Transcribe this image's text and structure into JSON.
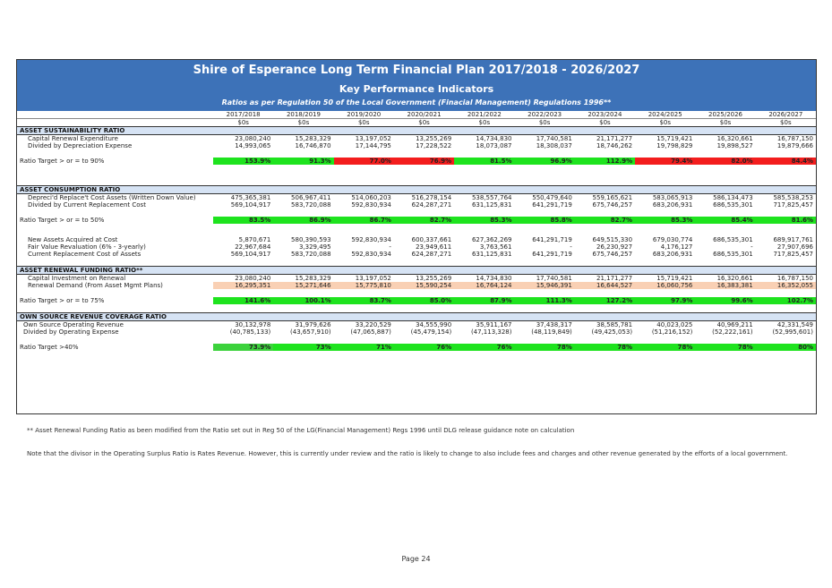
{
  "title": {
    "main": "Shire of Esperance Long Term Financial Plan 2017/2018 - 2026/2027",
    "sub": "Key Performance Indicators",
    "reg": "Ratios as per Regulation 50 of the Local Government (Finacial Management) Regulations 1996**"
  },
  "years": [
    "2017/2018",
    "2018/2019",
    "2019/2020",
    "2020/2021",
    "2021/2022",
    "2022/2023",
    "2023/2024",
    "2024/2025",
    "2025/2026",
    "2026/2027"
  ],
  "unit": "$0s",
  "sections": {
    "sustain": {
      "header": "ASSET SUSTAINABILITY RATIO",
      "r1": {
        "label": "Capital Renewal Expenditure",
        "v": [
          "23,080,240",
          "15,283,329",
          "13,197,052",
          "13,255,269",
          "14,734,830",
          "17,740,581",
          "21,171,277",
          "15,719,421",
          "16,320,661",
          "16,787,150"
        ]
      },
      "r2": {
        "label": "Divided by Depreciation Expense",
        "v": [
          "14,993,065",
          "16,746,870",
          "17,144,795",
          "17,228,522",
          "18,073,087",
          "18,308,037",
          "18,746,262",
          "19,798,829",
          "19,898,527",
          "19,879,666"
        ]
      },
      "ratio": {
        "label": "Ratio Target > or = to 90%",
        "v": [
          "153.9%",
          "91.3%",
          "77.0%",
          "76.9%",
          "81.5%",
          "96.9%",
          "112.9%",
          "79.4%",
          "82.0%",
          "84.4%"
        ]
      }
    },
    "consump": {
      "header": "ASSET CONSUMPTION RATIO",
      "r1": {
        "label": "Depreci'd Replace't Cost Assets (Written Down Value)",
        "v": [
          "475,365,381",
          "506,967,411",
          "514,060,203",
          "516,278,154",
          "538,557,764",
          "550,479,640",
          "559,165,621",
          "583,065,913",
          "586,134,473",
          "585,538,253"
        ]
      },
      "r2": {
        "label": "Divided by Current Replacement Cost",
        "v": [
          "569,104,917",
          "583,720,088",
          "592,830,934",
          "624,287,271",
          "631,125,831",
          "641,291,719",
          "675,746,257",
          "683,206,931",
          "686,535,301",
          "717,825,457"
        ]
      },
      "ratio": {
        "label": "Ratio Target > or = to 50%",
        "v": [
          "83.5%",
          "86.9%",
          "86.7%",
          "82.7%",
          "85.3%",
          "85.8%",
          "82.7%",
          "85.3%",
          "85.4%",
          "81.6%"
        ]
      },
      "r3": {
        "label": "New Assets Acquired at Cost",
        "v": [
          "5,870,671",
          "580,390,593",
          "592,830,934",
          "600,337,661",
          "627,362,269",
          "641,291,719",
          "649,515,330",
          "679,030,774",
          "686,535,301",
          "689,917,761"
        ]
      },
      "r4": {
        "label": "Fair Value Revaluation (6% - 3-yearly)",
        "v": [
          "22,967,684",
          "3,329,495",
          "-",
          "23,949,611",
          "3,763,561",
          "-",
          "26,230,927",
          "4,176,127",
          "-",
          "27,907,696"
        ]
      },
      "r5": {
        "label": "Current Replacement Cost of Assets",
        "v": [
          "569,104,917",
          "583,720,088",
          "592,830,934",
          "624,287,271",
          "631,125,831",
          "641,291,719",
          "675,746,257",
          "683,206,931",
          "686,535,301",
          "717,825,457"
        ]
      }
    },
    "renewal": {
      "header": "ASSET RENEWAL FUNDING RATIO**",
      "r1": {
        "label": "Capital Investment on Renewal",
        "v": [
          "23,080,240",
          "15,283,329",
          "13,197,052",
          "13,255,269",
          "14,734,830",
          "17,740,581",
          "21,171,277",
          "15,719,421",
          "16,320,661",
          "16,787,150"
        ]
      },
      "r2": {
        "label": "Renewal Demand (From Asset Mgmt Plans)",
        "v": [
          "16,295,351",
          "15,271,646",
          "15,775,810",
          "15,590,254",
          "16,764,124",
          "15,946,391",
          "16,644,527",
          "16,060,756",
          "16,383,381",
          "16,352,055"
        ]
      },
      "ratio": {
        "label": "Ratio Target > or = to 75%",
        "v": [
          "141.6%",
          "100.1%",
          "83.7%",
          "85.0%",
          "87.9%",
          "111.3%",
          "127.2%",
          "97.9%",
          "99.6%",
          "102.7%"
        ]
      }
    },
    "coverage": {
      "header": "OWN SOURCE REVENUE COVERAGE RATIO",
      "r1": {
        "label": "Own Source Operating Revenue",
        "v": [
          "30,132,978",
          "31,979,626",
          "33,220,529",
          "34,555,990",
          "35,911,167",
          "37,438,317",
          "38,585,781",
          "40,023,025",
          "40,969,211",
          "42,331,549"
        ]
      },
      "r2": {
        "label": "Divided by Operating Expense",
        "v": [
          "(40,785,133)",
          "(43,657,910)",
          "(47,065,887)",
          "(45,479,154)",
          "(47,113,328)",
          "(48,119,849)",
          "(49,425,053)",
          "(51,216,152)",
          "(52,222,161)",
          "(52,995,601)"
        ]
      },
      "ratio": {
        "label": "Ratio Target >40%",
        "v": [
          "73.9%",
          "73%",
          "71%",
          "76%",
          "76%",
          "78%",
          "78%",
          "78%",
          "78%",
          "80%"
        ]
      }
    }
  },
  "colors": {
    "green": "#1ee31e",
    "red": "#f31d1d",
    "banner": "#3d72b8",
    "section": "#d6e3f4",
    "peach": "#f9d0b4"
  },
  "notes": {
    "n1": "** Asset Renewal Funding Ratio as been modified from the Ratio set out in Reg 50 of the LG(Financial Management) Regs 1996 until DLG release guidance note on calculation",
    "n2": "Note that the divisor in the Operating Surplus Ratio is Rates Revenue.  However, this is currently under review and the ratio is likely to change to also include fees and charges and other revenue generated by the efforts of a local government."
  },
  "page": "Page 24"
}
